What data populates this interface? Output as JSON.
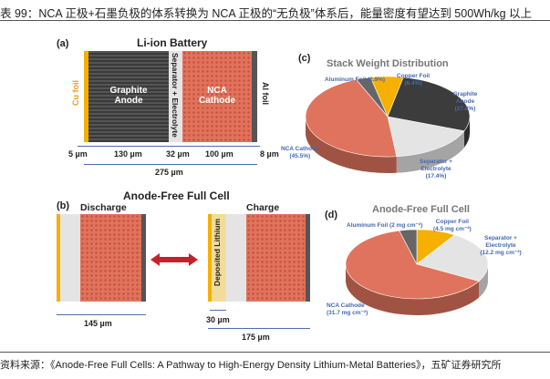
{
  "caption": "表 99：NCA 正极+石墨负极的体系转换为 NCA 正极的“无负极”体系后，能量密度有望达到 500Wh/kg 以上",
  "panel_a": {
    "tag": "(a)",
    "title": "Li-ion Battery",
    "cu": "Cu foil",
    "anode": "Graphite Anode",
    "separator": "Separator + Electrolyte",
    "cathode": "NCA Cathode",
    "al": "Al foil",
    "dims": [
      "5 µm",
      "130 µm",
      "32 µm",
      "100 µm",
      "8 µm"
    ],
    "total": "275 µm"
  },
  "panel_b": {
    "tag": "(b)",
    "title": "Anode-Free Full Cell",
    "discharge": "Discharge",
    "charge": "Charge",
    "deposited": "Deposited Lithium",
    "dim_left": "145 µm",
    "dim_li": "30 µm",
    "dim_right": "175 µm"
  },
  "chart_data": [
    {
      "type": "pie",
      "tag": "(c)",
      "title": "Stack Weight Distribution",
      "unit": "%",
      "slices": [
        {
          "label": "Copper Foil",
          "value_text": "(6.4%)",
          "value": 6.4,
          "color": "#f5b000"
        },
        {
          "label": "Graphite Anode",
          "value_text": "(27.8%)",
          "value": 27.8,
          "color": "#3c3c3c"
        },
        {
          "label": "Separator + Electrolyte",
          "value_text": "(17.4%)",
          "value": 17.4,
          "color": "#e4e4e4"
        },
        {
          "label": "NCA Cathode",
          "value_text": "(45.5%)",
          "value": 45.5,
          "color": "#e0735d"
        },
        {
          "label": "Aluminum Foil",
          "value_text": "(2.9%)",
          "value": 2.9,
          "color": "#666666"
        }
      ]
    },
    {
      "type": "pie",
      "tag": "(d)",
      "title": "Anode-Free Full Cell",
      "unit": "mg cm-2",
      "slices": [
        {
          "label": "Copper Foil",
          "value_text": "(4.5 mg cm⁻²)",
          "value": 4.5,
          "color": "#f5b000"
        },
        {
          "label": "Separator + Electrolyte",
          "value_text": "(12.2 mg cm⁻²)",
          "value": 12.2,
          "color": "#e4e4e4"
        },
        {
          "label": "NCA Cathode",
          "value_text": "(31.7 mg cm⁻²)",
          "value": 31.7,
          "color": "#e0735d"
        },
        {
          "label": "Aluminum Foil",
          "value_text": "(2 mg cm⁻²)",
          "value": 2,
          "color": "#666666"
        }
      ]
    }
  ],
  "source": "资料来源：《Anode-Free  Full Cells: A Pathway  to High-Energy  Density Lithium-Metal Batteries》，五矿证券研究所"
}
